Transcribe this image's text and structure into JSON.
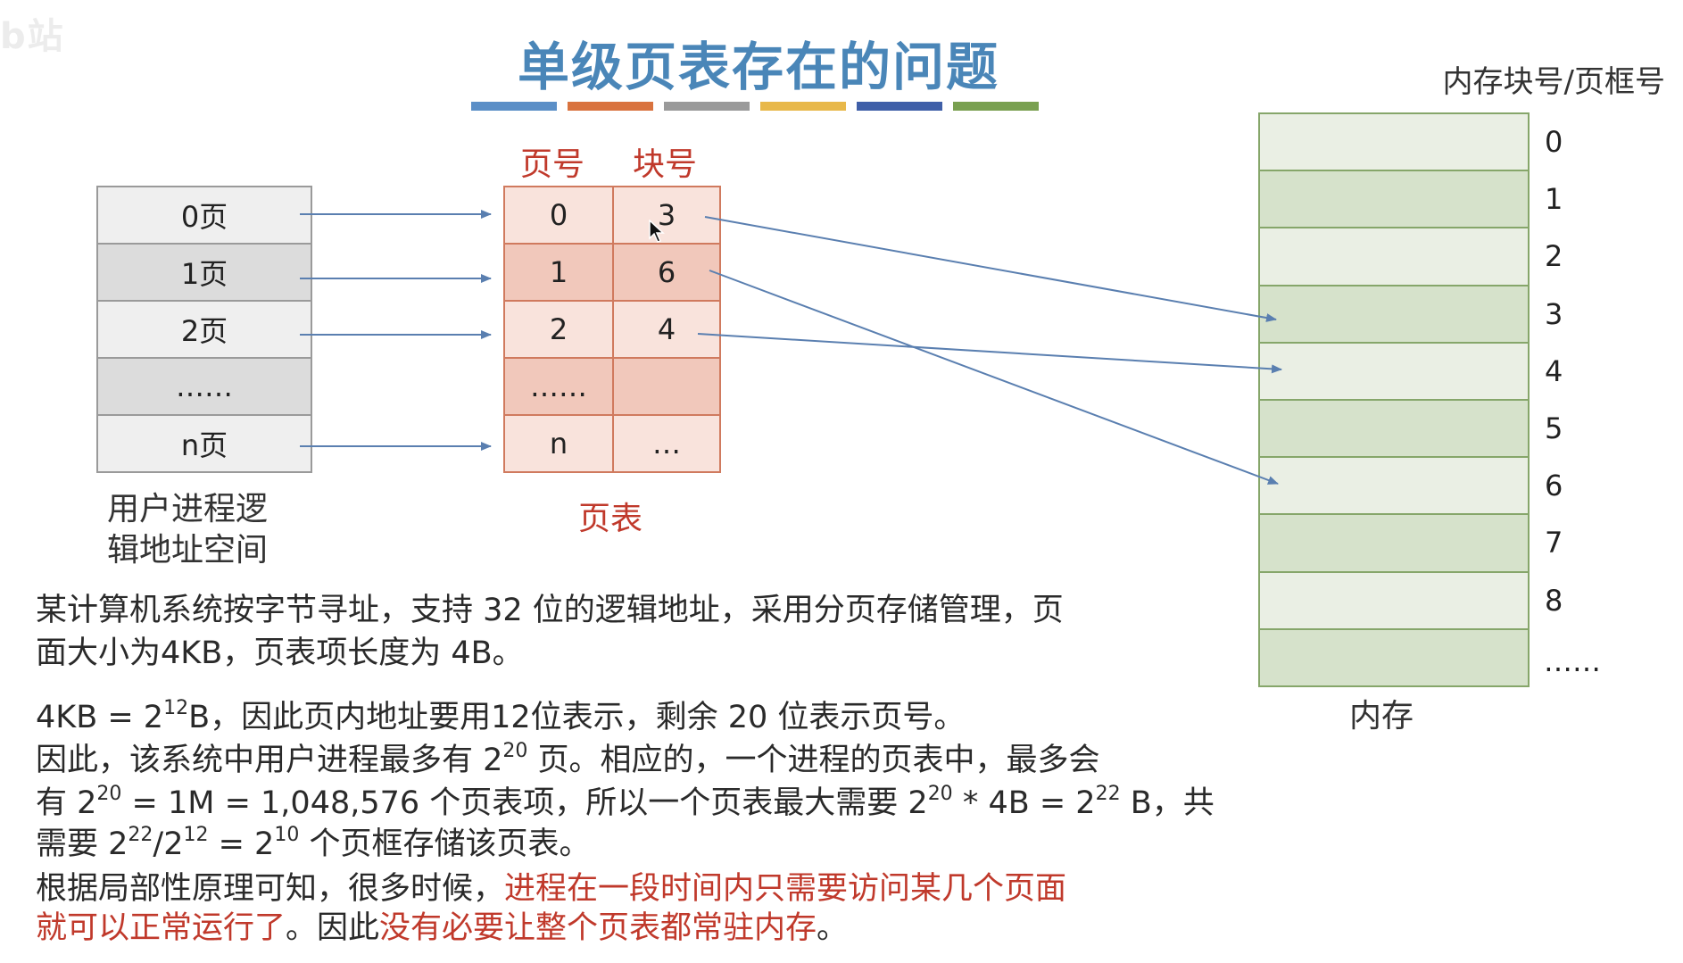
{
  "watermark": "b站",
  "title": "单级页表存在的问题",
  "color_bars": [
    "#5b8fc7",
    "#d9733f",
    "#9a9a9a",
    "#e8b84a",
    "#3f5fa8",
    "#79a050"
  ],
  "page_table_headers": {
    "page_no": "页号",
    "block_no": "块号"
  },
  "memory_title": "内存块号/页框号",
  "logical": {
    "rows": [
      {
        "label": "0页",
        "fill": "#efefef"
      },
      {
        "label": "1页",
        "fill": "#dcdcdc"
      },
      {
        "label": "2页",
        "fill": "#efefef"
      },
      {
        "label": "……",
        "fill": "#dcdcdc"
      },
      {
        "label": "n页",
        "fill": "#efefef"
      }
    ],
    "caption_line1": "用户进程逻",
    "caption_line2": "辑地址空间"
  },
  "page_table": {
    "rows": [
      {
        "page": "0",
        "block": "3",
        "fill": "#f9e3dc"
      },
      {
        "page": "1",
        "block": "6",
        "fill": "#f1c8bb"
      },
      {
        "page": "2",
        "block": "4",
        "fill": "#f9e3dc"
      },
      {
        "page": "……",
        "block": "",
        "fill": "#f1c8bb"
      },
      {
        "page": "n",
        "block": "…",
        "fill": "#f9e3dc"
      }
    ],
    "caption": "页表"
  },
  "memory": {
    "blocks": [
      {
        "num": "0",
        "fill": "#eaefe4"
      },
      {
        "num": "1",
        "fill": "#d6e2cb"
      },
      {
        "num": "2",
        "fill": "#eaefe4"
      },
      {
        "num": "3",
        "fill": "#d6e2cb"
      },
      {
        "num": "4",
        "fill": "#eaefe4"
      },
      {
        "num": "5",
        "fill": "#d6e2cb"
      },
      {
        "num": "6",
        "fill": "#eaefe4"
      },
      {
        "num": "7",
        "fill": "#d6e2cb"
      },
      {
        "num": "8",
        "fill": "#eaefe4"
      },
      {
        "num": "",
        "fill": "#d6e2cb"
      }
    ],
    "ellipsis": "……",
    "caption": "内存"
  },
  "mappings": [
    {
      "from_page": "0",
      "to_block": "3"
    },
    {
      "from_page": "1",
      "to_block": "6"
    },
    {
      "from_page": "2",
      "to_block": "4"
    }
  ],
  "text": {
    "p1_l1": "某计算机系统按字节寻址，支持 32 位的逻辑地址，采用分页存储管理，页",
    "p1_l2": "面大小为4KB，页表项长度为 4B。",
    "p2_l1_a": "4KB = 2",
    "p2_l1_sup": "12",
    "p2_l1_b": "B，因此页内地址要用12位表示，剩余 20 位表示页号。",
    "p2_l2_a": "因此，该系统中用户进程最多有 2",
    "p2_l2_sup": "20",
    "p2_l2_b": " 页。相应的，一个进程的页表中，最多会",
    "p2_l3_a": "有 2",
    "p2_l3_sup1": "20",
    "p2_l3_b": " = 1M = 1,048,576 个页表项，所以一个页表最大需要  2",
    "p2_l3_sup2": "20",
    "p2_l3_c": " * 4B = 2",
    "p2_l3_sup3": "22",
    "p2_l3_d": " B，共",
    "p2_l4_a": "需要 2",
    "p2_l4_sup1": "22",
    "p2_l4_b": "/2",
    "p2_l4_sup2": "12",
    "p2_l4_c": " = 2",
    "p2_l4_sup3": "10",
    "p2_l4_d": " 个页框存储该页表。",
    "p3_l1_a": "根据局部性原理可知，很多时候，",
    "p3_l1_red": "进程在一段时间内只需要访问某几个页面",
    "p3_l2_red1": "就可以正常运行了",
    "p3_l2_b": "。因此",
    "p3_l2_red2": "没有必要让整个页表都常驻内存",
    "p3_l2_c": "。"
  }
}
